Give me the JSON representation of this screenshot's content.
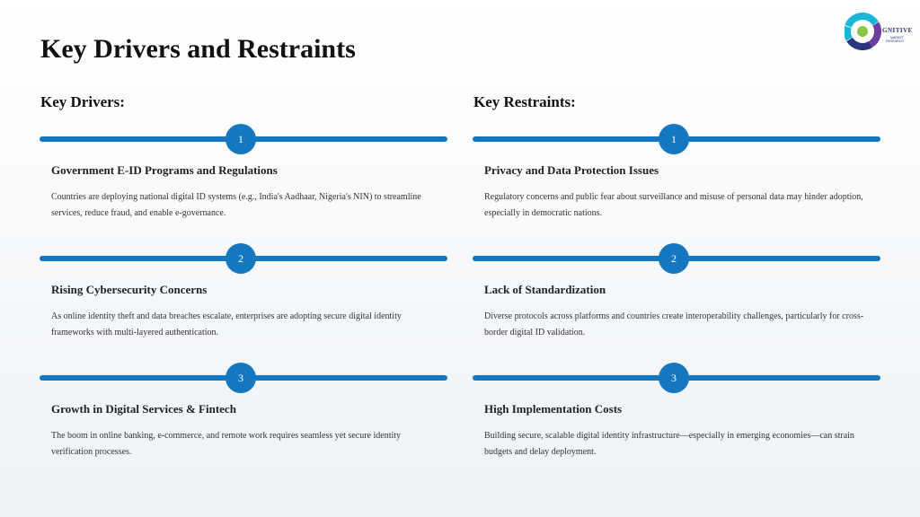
{
  "title": "Key Drivers and Restraints",
  "logo": {
    "brand": "GNITIVE",
    "sub_line1": "MARKET",
    "sub_line2": "RESEARCH"
  },
  "colors": {
    "accent": "#1677c1",
    "logo_navy": "#2a3580",
    "logo_cyan": "#19b6d6",
    "logo_green": "#8cc63f",
    "logo_purple": "#6a3fa0"
  },
  "drivers": {
    "heading": "Key Drivers:",
    "items": [
      {
        "num": "1",
        "title": "Government E-ID Programs and Regulations",
        "desc": "Countries are deploying national digital ID systems (e.g., India's Aadhaar, Nigeria's NIN) to streamline services, reduce fraud, and enable e-governance."
      },
      {
        "num": "2",
        "title": "Rising Cybersecurity Concerns",
        "desc": "As online identity theft and data breaches escalate, enterprises are adopting secure digital identity frameworks with multi-layered authentication."
      },
      {
        "num": "3",
        "title": "Growth in Digital Services & Fintech",
        "desc": "The boom in online banking, e-commerce, and remote work requires seamless yet secure identity verification processes."
      }
    ]
  },
  "restraints": {
    "heading": "Key Restraints:",
    "items": [
      {
        "num": "1",
        "title": "Privacy and Data Protection Issues",
        "desc": "Regulatory concerns and public fear about surveillance and misuse of personal data may hinder adoption, especially in democratic nations."
      },
      {
        "num": "2",
        "title": "Lack of Standardization",
        "desc": "Diverse protocols across platforms and countries create interoperability challenges, particularly for cross-border digital ID validation."
      },
      {
        "num": "3",
        "title": "High Implementation Costs",
        "desc": "Building secure, scalable digital identity infrastructure—especially in emerging economies—can strain budgets and delay deployment."
      }
    ]
  }
}
